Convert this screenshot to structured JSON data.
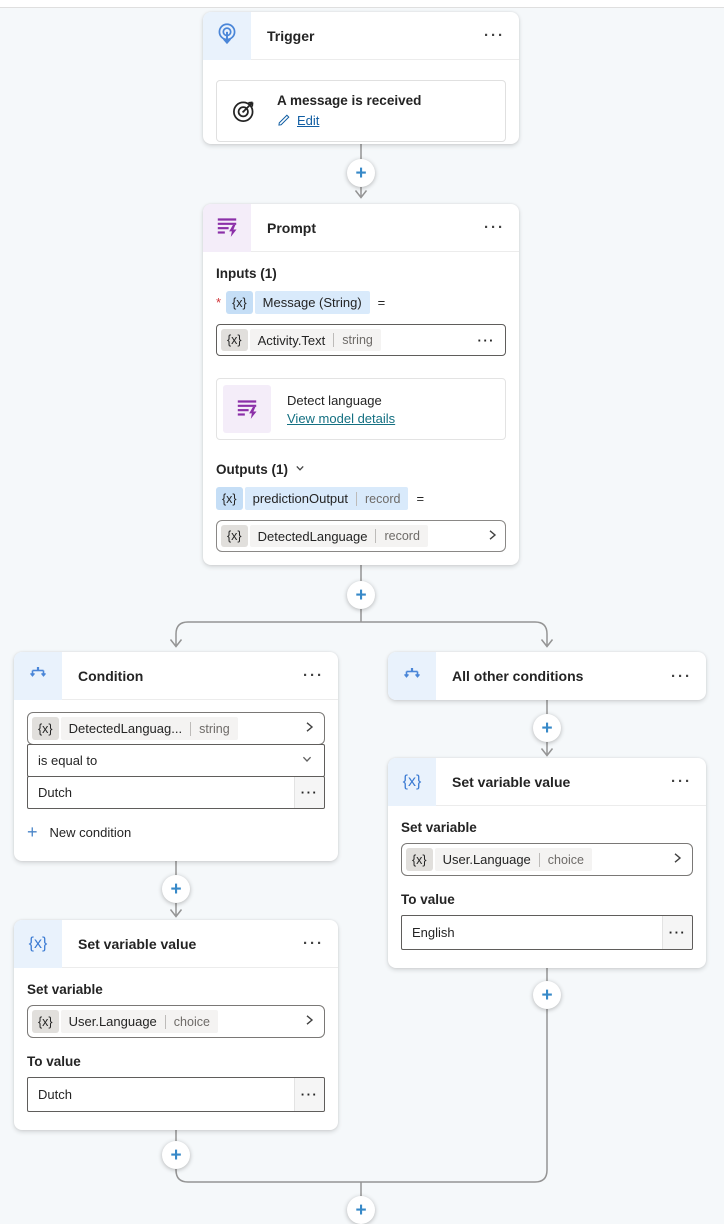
{
  "ui": {
    "more": "···",
    "plus": "+",
    "equals": "=",
    "required_marker": "*",
    "token_label": "{x}"
  },
  "colors": {
    "canvas_bg": "#f5f8fa",
    "accent_blue": "#3789c8",
    "icon_blue": "#4a86d8",
    "icon_purple": "#8b2fa8",
    "tile_blue_bg": "#e9f2fc",
    "tile_purple_bg": "#f4edf9",
    "link_blue": "#115ea3",
    "link_teal": "#147082",
    "connector_gray": "#949494",
    "required_red": "#d13438"
  },
  "trigger": {
    "title": "Trigger",
    "card": {
      "title": "A message is received",
      "edit_label": "Edit"
    }
  },
  "prompt": {
    "title": "Prompt",
    "inputs_label": "Inputs (1)",
    "input_binding": {
      "name": "Message (String)"
    },
    "input_value": {
      "name": "Activity.Text",
      "type": "string"
    },
    "model_card": {
      "title": "Detect language",
      "link_label": "View model details"
    },
    "outputs_label": "Outputs (1)",
    "output_binding": {
      "name": "predictionOutput",
      "type": "record"
    },
    "output_value": {
      "name": "DetectedLanguage",
      "type": "record"
    }
  },
  "condition": {
    "title": "Condition",
    "operand": {
      "name": "DetectedLanguag...",
      "type": "string"
    },
    "operator": "is equal to",
    "value": "Dutch",
    "new_condition_label": "New condition"
  },
  "all_other_conditions": {
    "title": "All other conditions"
  },
  "set_variable_right": {
    "title": "Set variable value",
    "set_variable_label": "Set variable",
    "variable": {
      "name": "User.Language",
      "type": "choice"
    },
    "to_value_label": "To value",
    "value": "English"
  },
  "set_variable_left": {
    "title": "Set variable value",
    "set_variable_label": "Set variable",
    "variable": {
      "name": "User.Language",
      "type": "choice"
    },
    "to_value_label": "To value",
    "value": "Dutch"
  }
}
